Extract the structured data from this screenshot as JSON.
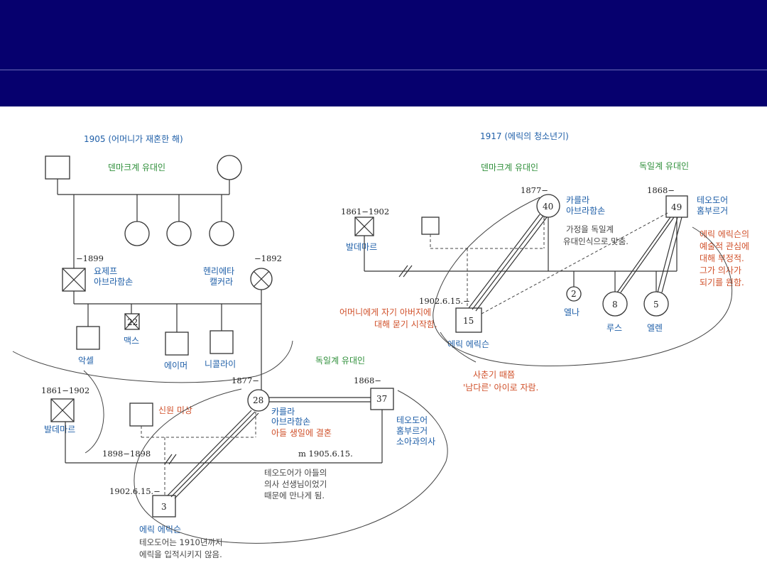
{
  "left": {
    "title": "1905 (어머니가 재혼한 해)",
    "group_danish": "덴마크계 유대인",
    "group_german": "독일계 유대인",
    "josef_dates": "−1899",
    "josef_name": [
      "요제프",
      "아브라함손"
    ],
    "henrietta_dates": "−1892",
    "henrietta_name": [
      "헨리에타",
      "캘커라"
    ],
    "max_age": "22",
    "max_name": "맥스",
    "axel_name": "악셀",
    "einar_name": "에이머",
    "nicolai_name": "니콜라이",
    "valdemar_dates": "1861−1902",
    "valdemar_name": "발데마르",
    "unknown_label": "신원 미상",
    "karla_dates": "1877−",
    "karla_age": "28",
    "karla_name": [
      "카를라",
      "아브라함손"
    ],
    "karla_note": "아들 생일에 결혼",
    "theodor_dates": "1868−",
    "theodor_age": "37",
    "theodor_name": [
      "테오도어",
      "홈부르거",
      "소아과의사"
    ],
    "date_1898": "1898−1898",
    "marriage": "m 1905.6.15.",
    "theodor_note": [
      "테오도어가 아들의",
      "의사 선생님이었기",
      "때문에 만나게 됨."
    ],
    "erik_dates": "1902.6.15.−",
    "erik_age": "3",
    "erik_name": "에릭 에릭슨",
    "erik_note": [
      "테오도어는 1910년까지",
      "에릭을 입적시키지 않음."
    ]
  },
  "right": {
    "title": "1917 (에릭의 청소년기)",
    "group_danish": "덴마크계 유대인",
    "group_german": "독일계 유대인",
    "valdemar_dates": "1861−1902",
    "valdemar_name": "발데마르",
    "karla_dates": "1877−",
    "karla_age": "40",
    "karla_name": [
      "카를라",
      "아브라함손"
    ],
    "family_note": [
      "가정을 독일계",
      "유대인식으로 맞춤."
    ],
    "theodor_dates": "1868−",
    "theodor_age": "49",
    "theodor_name": [
      "테오도어",
      "홈부르거"
    ],
    "theodor_note": [
      "에릭 에릭슨의",
      "예술적 관심에",
      "대해 부정적.",
      "그가 의사가",
      "되기를 원함."
    ],
    "erik_dates": "1902.6.15.−",
    "erik_age": "15",
    "erik_name": "에릭 에릭슨",
    "erik_note": [
      "어머니에게 자기 아버지에",
      "대해 묻기 시작함."
    ],
    "ellen_a_age": "2",
    "ellen_a_name": "엘나",
    "ruth_age": "8",
    "ruth_name": "루스",
    "ellen_age": "5",
    "ellen_name": "엘렌",
    "puberty_note": [
      "사춘기 때쯤",
      "'남다른' 아이로 자람."
    ]
  }
}
